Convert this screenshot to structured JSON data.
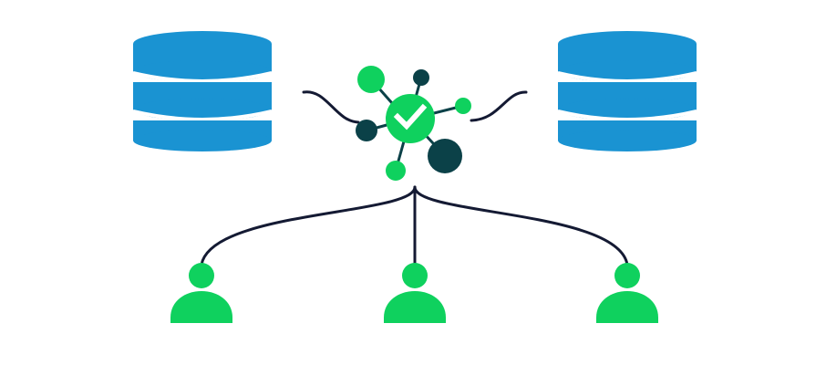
{
  "diagram": {
    "colors": {
      "background": "#ffffff",
      "database_blue": "#1a93d2",
      "database_band": "#ffffff",
      "hub_green": "#0fd15e",
      "hub_dark": "#0b4148",
      "connector_navy": "#141a33",
      "user_green": "#0fd15e",
      "check_white": "#ffffff"
    },
    "nodes": [
      {
        "id": "database-left",
        "type": "database",
        "icon": "database-icon"
      },
      {
        "id": "database-right",
        "type": "database",
        "icon": "database-icon"
      },
      {
        "id": "hub",
        "type": "integration-hub",
        "icon": "network-hub-check-icon"
      },
      {
        "id": "user-left",
        "type": "user",
        "icon": "user-icon"
      },
      {
        "id": "user-center",
        "type": "user",
        "icon": "user-icon"
      },
      {
        "id": "user-right",
        "type": "user",
        "icon": "user-icon"
      }
    ],
    "edges": [
      {
        "from": "database-left",
        "to": "hub"
      },
      {
        "from": "hub",
        "to": "database-right"
      },
      {
        "from": "hub",
        "to": "user-left"
      },
      {
        "from": "hub",
        "to": "user-center"
      },
      {
        "from": "hub",
        "to": "user-right"
      }
    ]
  }
}
